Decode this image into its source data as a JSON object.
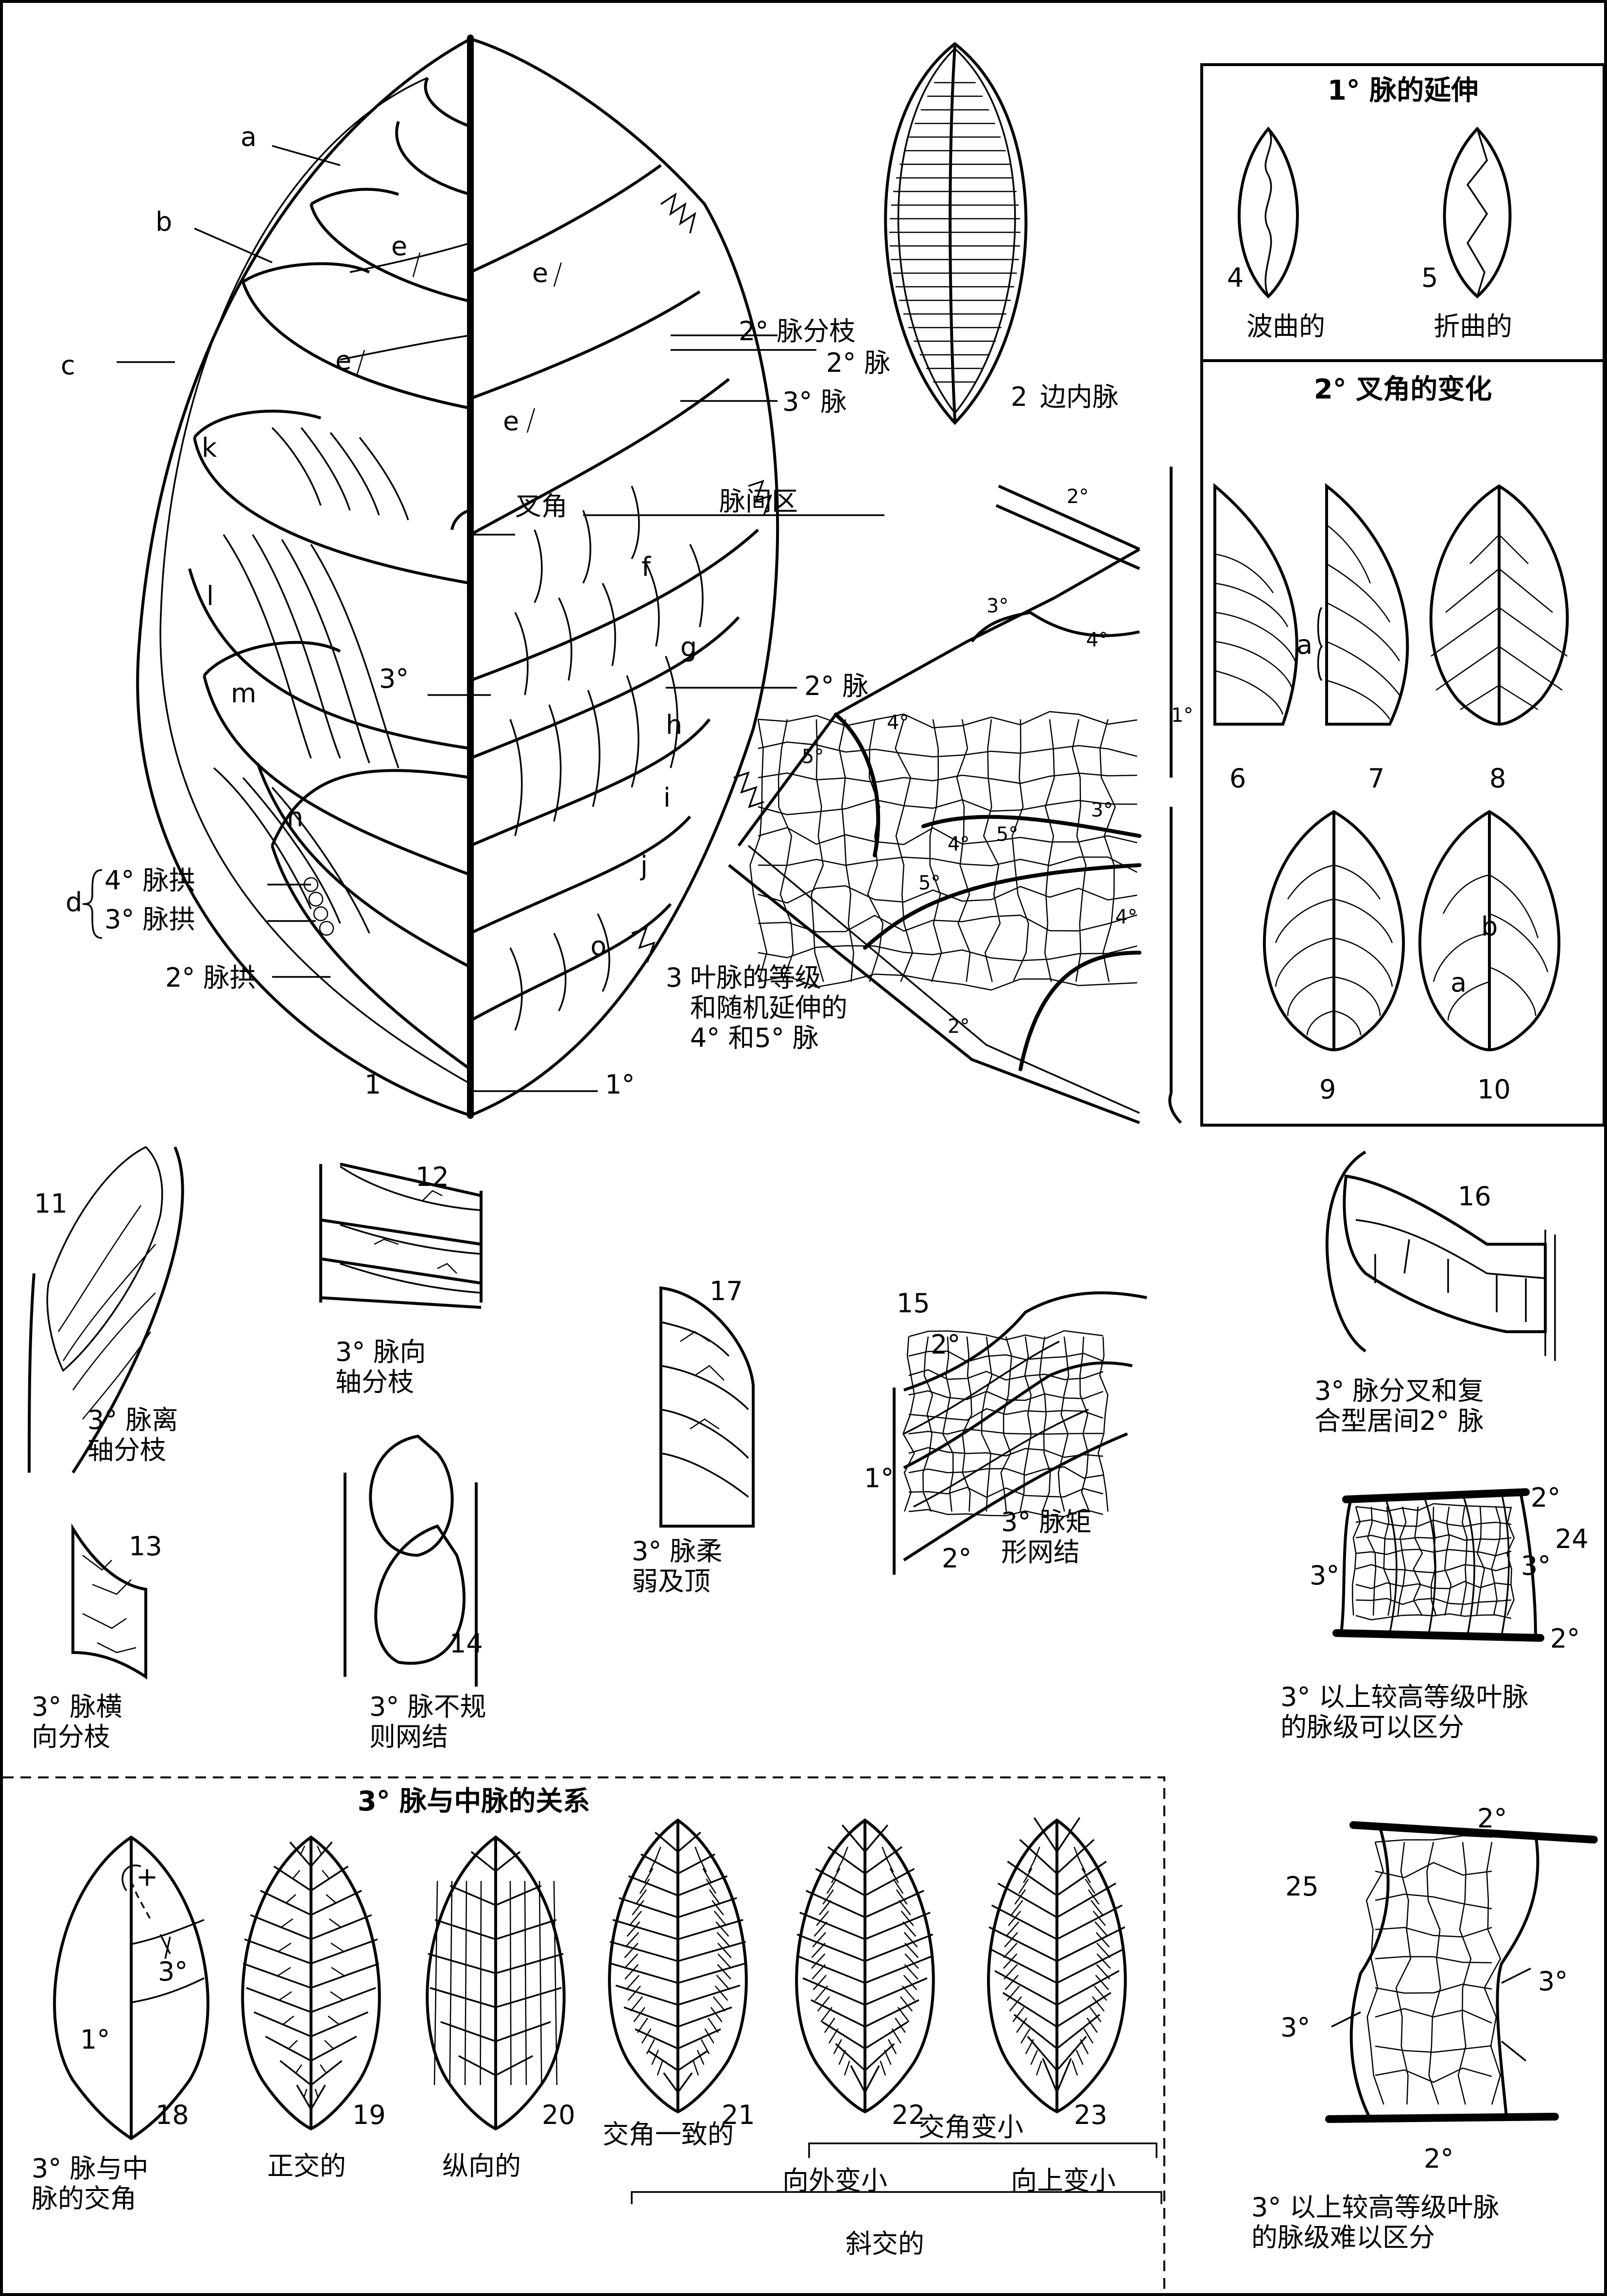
{
  "panels": {
    "primary_extension": {
      "title": "1° 脉的延伸",
      "items": [
        {
          "number": "4",
          "caption": "波曲的"
        },
        {
          "number": "5",
          "caption": "折曲的"
        }
      ]
    },
    "secondary_angle": {
      "title": "2° 叉角的变化",
      "numbers": [
        "6",
        "7",
        "8",
        "9",
        "10"
      ],
      "letter_a": "a",
      "letter_b": "b"
    },
    "tertiary_midvein": {
      "title": "3° 脉与中脉的关系",
      "numbers": [
        "18",
        "19",
        "20",
        "21",
        "22",
        "23"
      ],
      "captions": {
        "c18": "3° 脉与中\n脉的交角",
        "c19": "正交的",
        "c20": "纵向的",
        "c21": "交角一致的",
        "angle_decrease": "交角变小",
        "outward": "向外变小",
        "upward": "向上变小",
        "oblique": "斜交的"
      },
      "fig18_labels": {
        "primary": "1°",
        "tertiary": "3°",
        "plus": "+"
      }
    }
  },
  "fig1": {
    "number": "1",
    "letters": [
      "a",
      "b",
      "c",
      "d",
      "e",
      "f",
      "g",
      "h",
      "i",
      "j",
      "k",
      "l",
      "m",
      "n",
      "o"
    ],
    "labels": {
      "sec_branch": "2° 脉分枝",
      "sec": "2° 脉",
      "ter": "3° 脉",
      "fork_angle": "叉角",
      "intercostal": "脉间区",
      "sec2": "2° 脉",
      "ter_mid": "3°",
      "quat_loop": "4° 脉拱",
      "ter_loop": "3° 脉拱",
      "sec_loop": "2° 脉拱",
      "primary": "1°"
    }
  },
  "fig2": {
    "number": "2",
    "caption": "边内脉"
  },
  "fig3": {
    "number": "3",
    "caption": "叶脉的等级\n和随机延伸的\n4° 和5° 脉",
    "labels": [
      "2°",
      "1°",
      "3°",
      "4°",
      "5°",
      "2°"
    ]
  },
  "figs": {
    "f11": {
      "number": "11",
      "caption": "3° 脉离\n轴分枝"
    },
    "f12": {
      "number": "12",
      "caption": "3° 脉向\n轴分枝"
    },
    "f13": {
      "number": "13",
      "caption": "3° 脉横\n向分枝"
    },
    "f14": {
      "number": "14",
      "caption": "3° 脉不规\n则网结"
    },
    "f15": {
      "number": "15",
      "caption": "3° 脉矩\n形网结",
      "labels": {
        "top": "2°",
        "left": "1°",
        "bottom": "2°"
      }
    },
    "f16": {
      "number": "16",
      "caption": "3° 脉分叉和复\n合型居间2° 脉"
    },
    "f17": {
      "number": "17",
      "caption": "3° 脉柔\n弱及顶"
    },
    "f24": {
      "number": "24",
      "caption": "3° 以上较高等级叶脉\n的脉级可以区分",
      "labels": {
        "top": "2°",
        "left": "3°",
        "right": "3°",
        "bottom": "2°"
      }
    },
    "f25": {
      "number": "25",
      "caption": "3° 以上较高等级叶脉\n的脉级难以区分",
      "labels": {
        "top": "2°",
        "left": "3°",
        "right": "3°",
        "bottom": "2°"
      }
    }
  }
}
